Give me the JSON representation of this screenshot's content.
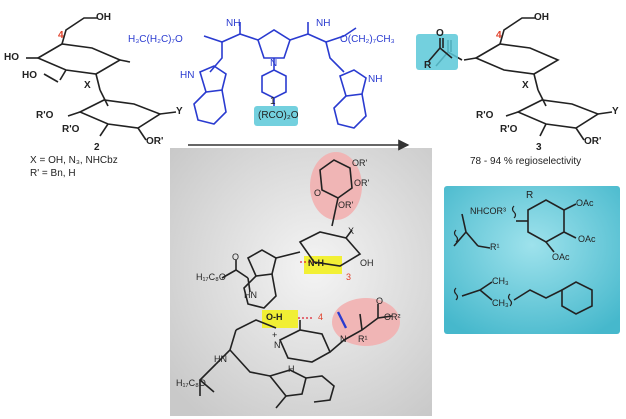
{
  "compound_left": {
    "number": "2",
    "position_label": "4",
    "substituent_x": "X",
    "substituent_y": "Y",
    "ho_top": "HO",
    "ho_mid": "HO",
    "ro_left": "R'O",
    "ro_mid": "R'O",
    "or_bottom": "OR'",
    "legend_x": "X = OH, N₃, NHCbz",
    "legend_r": "R' = Bn, H"
  },
  "catalyst": {
    "number": "1",
    "ester_left": "H₃C(H₂C)₇O",
    "ester_right": "O(CH₂)₇CH₃",
    "nh_left": "NH",
    "nh_right": "NH",
    "hn_left": "HN",
    "ring_n": "N",
    "reagent": "(RCO)₂O"
  },
  "compound_right": {
    "number": "3",
    "position_label": "4",
    "acyl_r": "R",
    "acyl_o": "O",
    "substituent_x": "X",
    "substituent_y": "Y",
    "ro_left": "R'O",
    "ro_mid": "R'O",
    "or_bottom": "OR'",
    "selectivity": "78 - 94 % regioselectivity"
  },
  "transition_state": {
    "or_top1": "OR'",
    "or_top2": "OR'",
    "or_top3": "OR'",
    "or_top4": "O",
    "x_label": "X",
    "h17_top": "H₁₇C₈O",
    "h17_bottom": "H₁₇C₈O",
    "nh_hbond": "N-H",
    "oh_hbond": "O-H",
    "oh_right": "OH",
    "position3": "3",
    "position4": "4",
    "n_plus": "N",
    "plus": "+",
    "hn_top": "HN",
    "hn_bottom": "HN",
    "nh_bottom": "H",
    "o_label": "O",
    "acyl_n": "N",
    "acyl_r1": "R¹",
    "acyl_or2": "OR²",
    "acyl_o2": "O"
  },
  "r_groups": {
    "header": "R",
    "nhcor": "NHCOR³",
    "r1": "R¹",
    "oac1": "OAc",
    "oac2": "OAc",
    "oac3": "OAc",
    "ch3_1": "CH₃",
    "ch3_2": "CH₃"
  },
  "colors": {
    "catalyst_blue": "#2a3bd0",
    "highlight_cyan": "#5ac8d8",
    "panel_gray": "#d6d6d6",
    "hbond_yellow": "#f2f020",
    "ring_pink": "#f2b0b0",
    "position_red": "#e0402a"
  }
}
